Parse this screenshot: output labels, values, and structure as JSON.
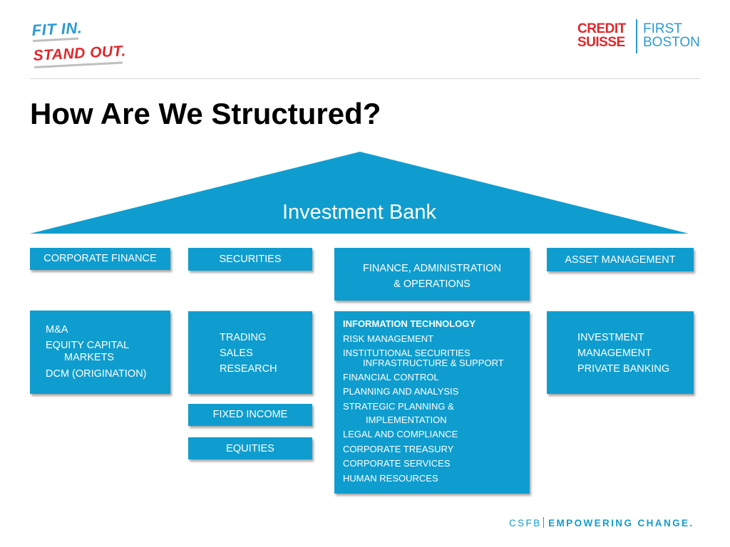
{
  "branding": {
    "slogan_line1": "FIT IN.",
    "slogan_line2": "STAND OUT.",
    "logo_left_line1": "CREDIT",
    "logo_left_line2": "SUISSE",
    "logo_right_line1": "FIRST",
    "logo_right_line2": "BOSTON",
    "colors": {
      "blue": "#0f9dcf",
      "red": "#e2262a",
      "logo_blue": "#2b9bd6"
    }
  },
  "title": "How Are We Structured?",
  "roof_label": "Investment Bank",
  "divisions": [
    {
      "header": "CORPORATE FINANCE",
      "items": [
        "M&A",
        "EQUITY CAPITAL",
        "MARKETS",
        "DCM (ORIGINATION)"
      ]
    },
    {
      "header": "SECURITIES",
      "items": [
        "TRADING",
        "SALES",
        "RESEARCH"
      ],
      "extra_boxes": [
        "FIXED INCOME",
        "EQUITIES"
      ]
    },
    {
      "header_line1": "FINANCE, ADMINISTRATION",
      "header_line2": "& OPERATIONS",
      "items": [
        "INFORMATION TECHNOLOGY",
        "RISK MANAGEMENT",
        "INSTITUTIONAL SECURITIES",
        "INFRASTRUCTURE & SUPPORT",
        "FINANCIAL CONTROL",
        "PLANNING AND ANALYSIS",
        "STRATEGIC PLANNING &",
        "IMPLEMENTATION",
        "LEGAL AND COMPLIANCE",
        "CORPORATE TREASURY",
        "CORPORATE SERVICES",
        "HUMAN RESOURCES"
      ]
    },
    {
      "header": "ASSET MANAGEMENT",
      "items": [
        "INVESTMENT",
        "MANAGEMENT",
        "PRIVATE BANKING"
      ]
    }
  ],
  "footer": {
    "brand": "CSFB",
    "tagline": "EMPOWERING CHANGE."
  }
}
